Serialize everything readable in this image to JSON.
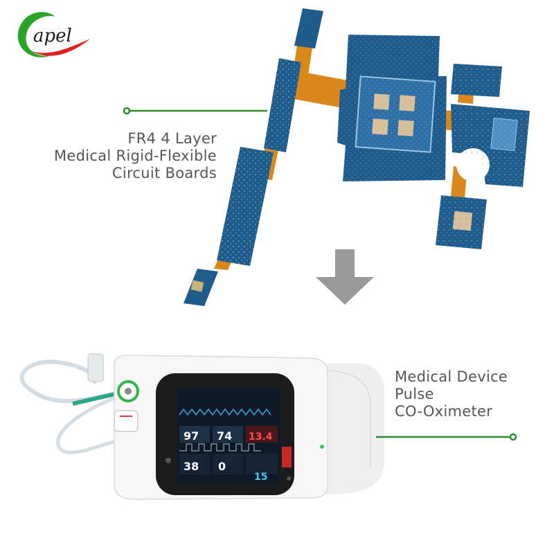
{
  "logo": {
    "text": "apel",
    "colors": {
      "green": "#2aa52a",
      "red": "#e0201e"
    }
  },
  "callouts": {
    "pcb": {
      "lines": [
        "FR4 4 Layer",
        "Medical Rigid-Flexible",
        "Circuit Boards"
      ]
    },
    "device": {
      "lines": [
        "Medical Device",
        "Pulse",
        "CO-Oximeter"
      ]
    }
  },
  "colors": {
    "leader": "#2d8a2d",
    "pcb_blue": "#1f5c8c",
    "flex_orange": "#d9891c",
    "arrow": "#9a9a9a"
  },
  "monitor_readings": {
    "r1": "97",
    "r2": "74",
    "r3": "13.4",
    "r4": "38",
    "r5": "0",
    "r6": "15"
  },
  "icons": [
    "arrow-down-icon",
    "leader-dot-icon"
  ]
}
